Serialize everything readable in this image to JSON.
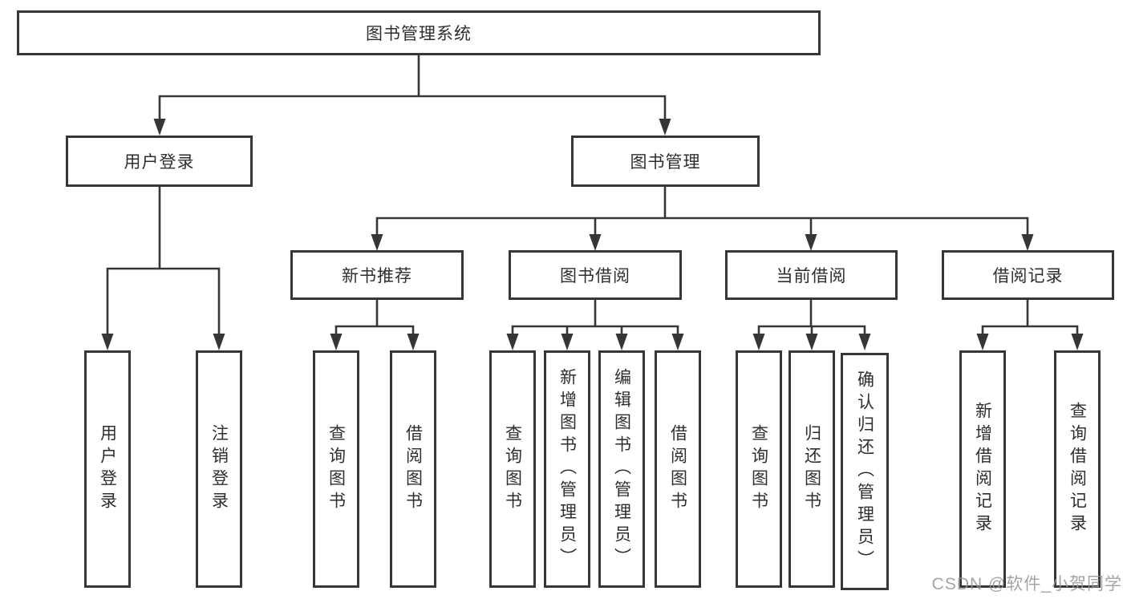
{
  "tree": {
    "root": "图书管理系统",
    "user_branch": {
      "label": "用户登录",
      "children": [
        "用户登录",
        "注销登录"
      ]
    },
    "mgmt_branch": {
      "label": "图书管理",
      "groups": [
        {
          "label": "新书推荐",
          "children": [
            "查询图书",
            "借阅图书"
          ]
        },
        {
          "label": "图书借阅",
          "children": [
            "查询图书",
            "新增图书（管理员）",
            "编辑图书（管理员）",
            "借阅图书"
          ]
        },
        {
          "label": "当前借阅",
          "children": [
            "查询图书",
            "归还图书",
            "确认归还（管理员）"
          ]
        },
        {
          "label": "借阅记录",
          "children": [
            "新增借阅记录",
            "查询借阅记录"
          ]
        }
      ]
    }
  },
  "watermark": {
    "text": "CSDN @软件_小贺同学"
  },
  "colors": {
    "line": "#363636",
    "box_border": "#363636",
    "text": "#2e2e2e",
    "background": "#ffffff",
    "watermark": "#949494"
  }
}
